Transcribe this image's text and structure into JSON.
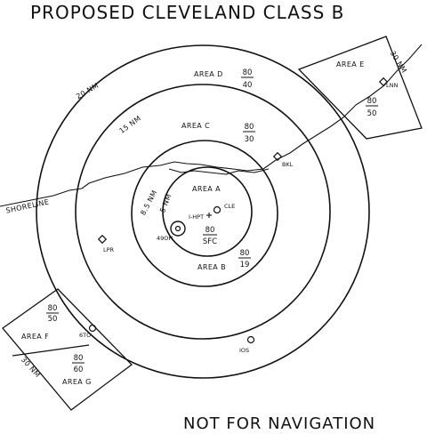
{
  "title": "PROPOSED CLEVELAND CLASS B",
  "disclaimer": "NOT FOR NAVIGATION",
  "rings": [
    "20 NM",
    "15 NM",
    "8.5 NM",
    "5 NM",
    "30 NM",
    "30 NM"
  ],
  "shoreline_label": "SHORELINE",
  "areas": [
    {
      "name": "AREA A",
      "ceiling": "80",
      "floor": "SFC"
    },
    {
      "name": "AREA B",
      "ceiling": "80",
      "floor": "19"
    },
    {
      "name": "AREA C",
      "ceiling": "80",
      "floor": "30"
    },
    {
      "name": "AREA D",
      "ceiling": "80",
      "floor": "40"
    },
    {
      "name": "AREA E",
      "ceiling": "80",
      "floor": "50"
    },
    {
      "name": "AREA F",
      "ceiling": "80",
      "floor": "50"
    },
    {
      "name": "AREA G",
      "ceiling": "80",
      "floor": "60"
    }
  ],
  "airports": [
    "CLE",
    "BKL",
    "LPR",
    "LNN",
    "6TO",
    "IOS",
    "49OH"
  ],
  "hpt_label": "I-HPT"
}
